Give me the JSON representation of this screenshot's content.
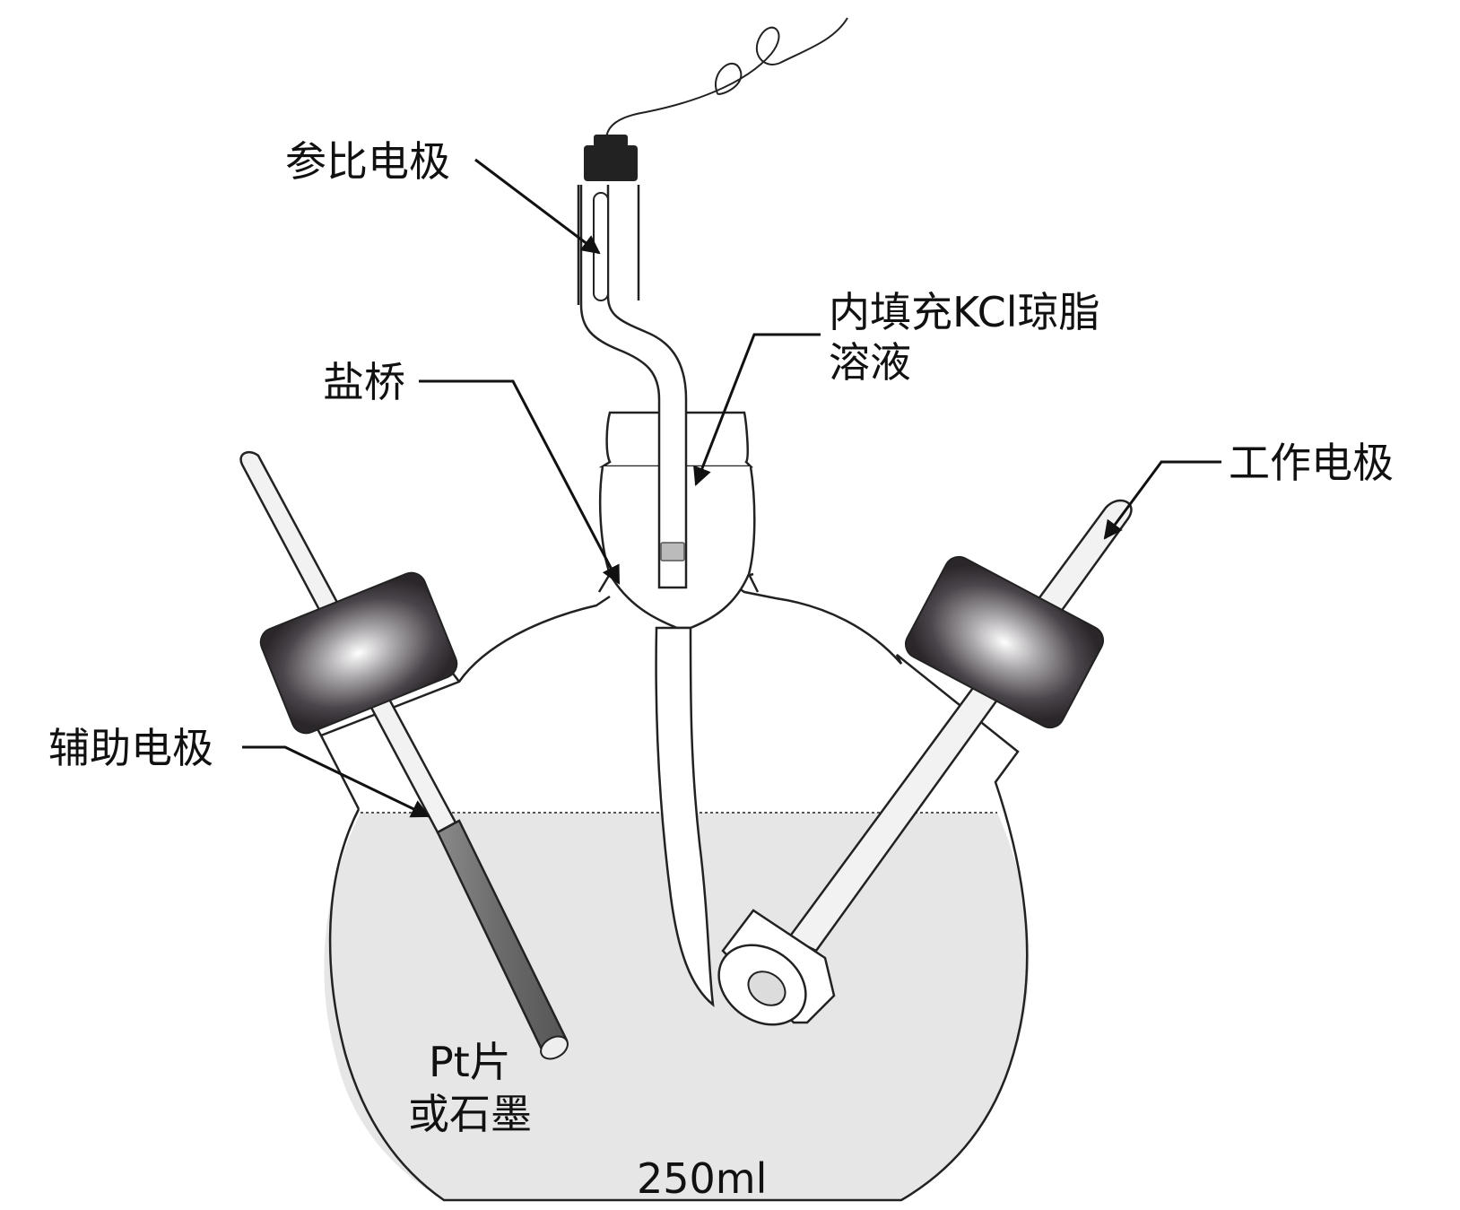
{
  "labels": {
    "reference_electrode": "参比电极",
    "filling_line1": "内填充KCl琼脂",
    "filling_line2": "溶液",
    "salt_bridge": "盐桥",
    "working_electrode": "工作电极",
    "auxiliary_electrode": "辅助电极",
    "pt_line1": "Pt片",
    "pt_line2": "或石墨",
    "volume": "250ml"
  },
  "colors": {
    "outline": "#222222",
    "solution": "#e6e6e6",
    "stopper_dark": "#2f2a2f",
    "stopper_light": "#ffffff",
    "rod_fill": "#f2f2f2",
    "graphite": "#6b6b6b",
    "cap": "#222222"
  }
}
